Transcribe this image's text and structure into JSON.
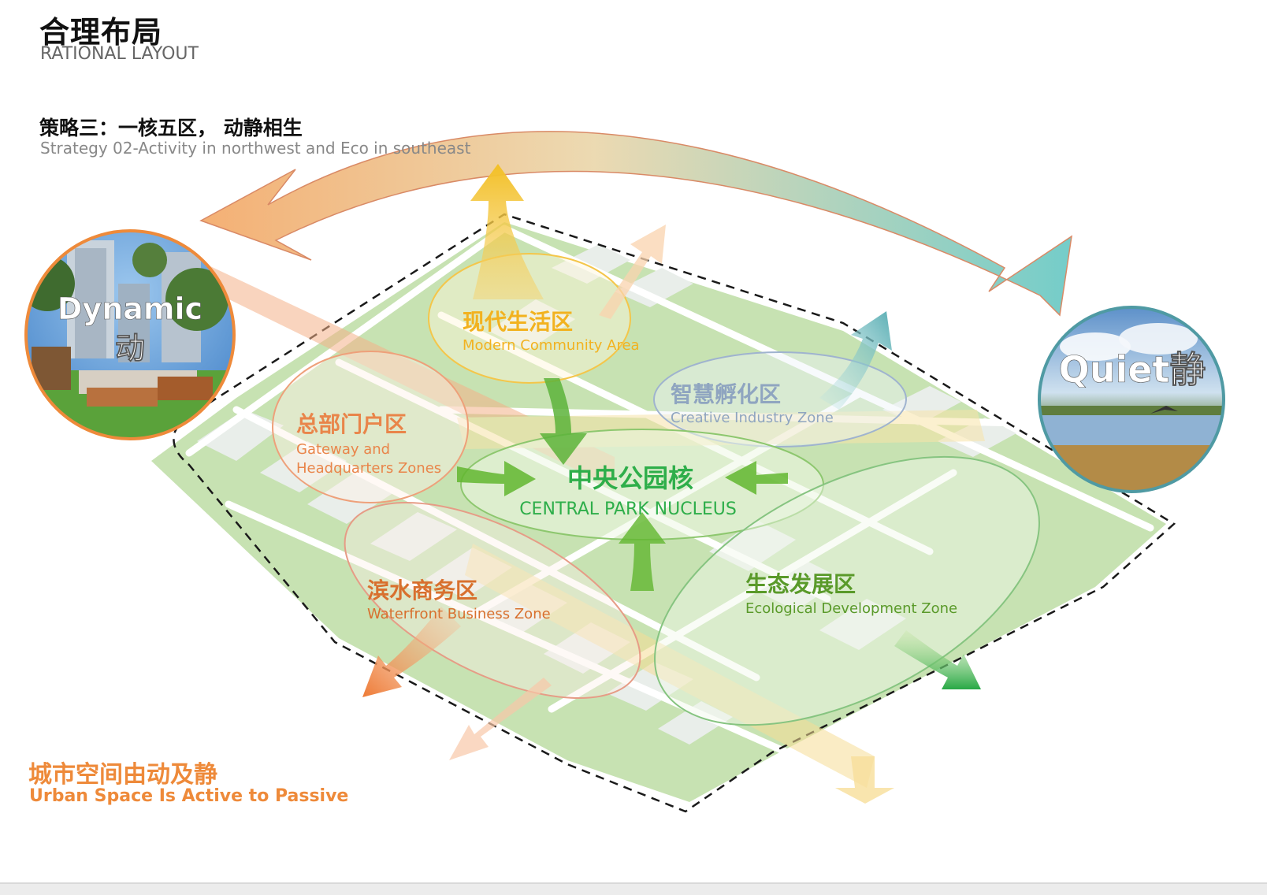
{
  "header": {
    "title_cn": "合理布局",
    "title_en": "RATIONAL LAYOUT"
  },
  "strategy": {
    "title_cn": "策略三：一核五区，  动静相生",
    "subtitle_en": "Strategy 02-Activity in  northwest and Eco in southeast"
  },
  "dynamic": {
    "label_en": "Dynamic",
    "label_cn": "动"
  },
  "quiet": {
    "label": "Quiet静"
  },
  "zones": {
    "modern": {
      "cn": "现代生活区",
      "en": "Modern Community Area",
      "color": "#f2b21f"
    },
    "headquarters": {
      "cn": "总部门户区",
      "en1": "Gateway and",
      "en2": "Headquarters Zones",
      "color": "#e9854a"
    },
    "creative": {
      "cn": "智慧孵化区",
      "en": "Creative Industry Zone",
      "color": "#8fa5c0"
    },
    "central": {
      "cn": "中央公园核",
      "en": "CENTRAL PARK NUCLEUS",
      "color": "#2eae4a"
    },
    "waterfront": {
      "cn": "滨水商务区",
      "en": "Waterfront Business Zone",
      "color": "#d8702e"
    },
    "ecological": {
      "cn": "生态发展区",
      "en": "Ecological Development Zone",
      "color": "#5a9a2a"
    }
  },
  "footer": {
    "title_cn": "城市空间由动及静",
    "title_en": "Urban Space Is Active to Passive"
  },
  "colors": {
    "orange": "#ee8a3a",
    "teal": "#5cc4c0",
    "green": "#62b62f",
    "map_green": "#c7e2b2"
  }
}
